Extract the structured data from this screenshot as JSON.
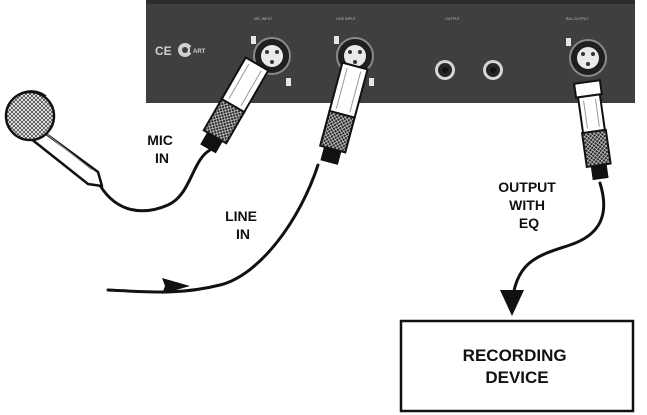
{
  "panel": {
    "ce_mark": "CE",
    "brand": "ART",
    "jack_labels": {
      "mic_input": "MIC INPUT",
      "line_input": "LINE INPUT",
      "output": "OUTPUT",
      "balanced_output": "BAL OUTPUT"
    }
  },
  "labels": {
    "mic_in": [
      "MIC",
      "IN"
    ],
    "line_in": [
      "LINE",
      "IN"
    ],
    "output_with_eq": [
      "OUTPUT",
      "WITH",
      "EQ"
    ]
  },
  "recording_device": [
    "RECORDING",
    "DEVICE"
  ],
  "colors": {
    "panel": "#3f3f3f",
    "stroke": "#111111",
    "connector_body": "#ffffff",
    "background": "#ffffff"
  },
  "icons": [
    "microphone-icon",
    "xlr-connector-icon",
    "quarter-inch-jack-icon",
    "arrow-icon"
  ]
}
